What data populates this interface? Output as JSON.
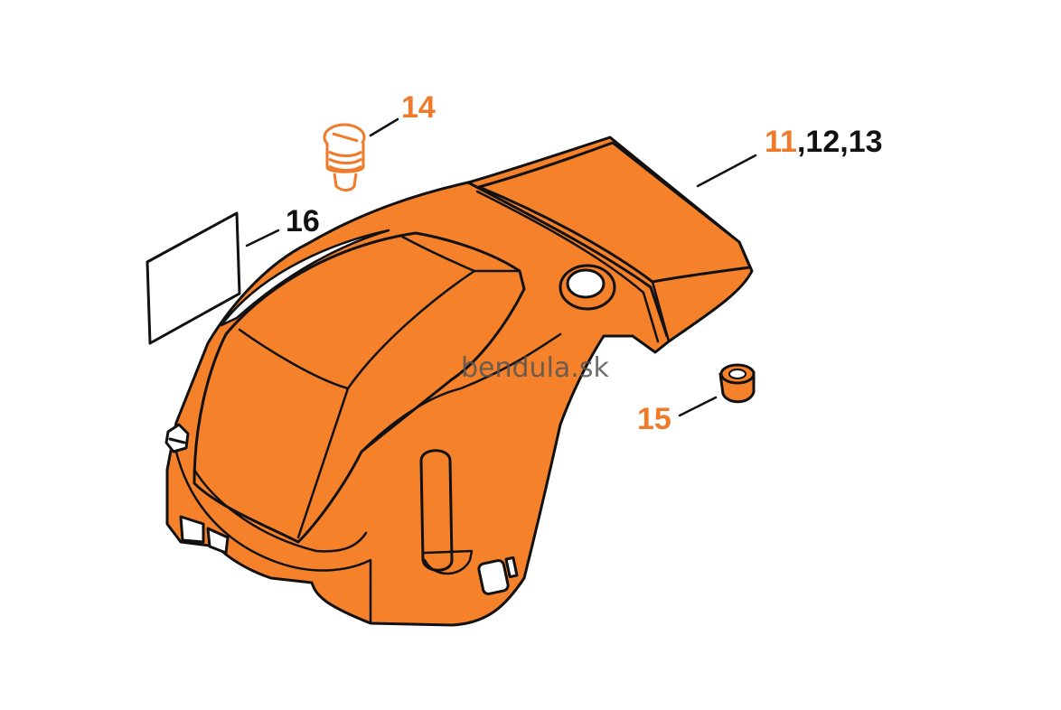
{
  "diagram": {
    "watermark": "bendula.sk",
    "colors": {
      "part": "#F5822A",
      "outline": "#111111",
      "callout_orange": "#F07A2A",
      "callout_black": "#111111",
      "watermark": "#555555",
      "background": "#FFFFFF"
    },
    "callouts": {
      "c14": "14",
      "c16": "16",
      "c15": "15",
      "c11": "11",
      "c11_sep1": ",",
      "c12": "12",
      "c11_sep2": ",",
      "c13": "13"
    },
    "parts": {
      "housing": "shroud-housing",
      "screw": "plug-screw",
      "label": "label-sticker",
      "grommet": "grommet"
    }
  }
}
